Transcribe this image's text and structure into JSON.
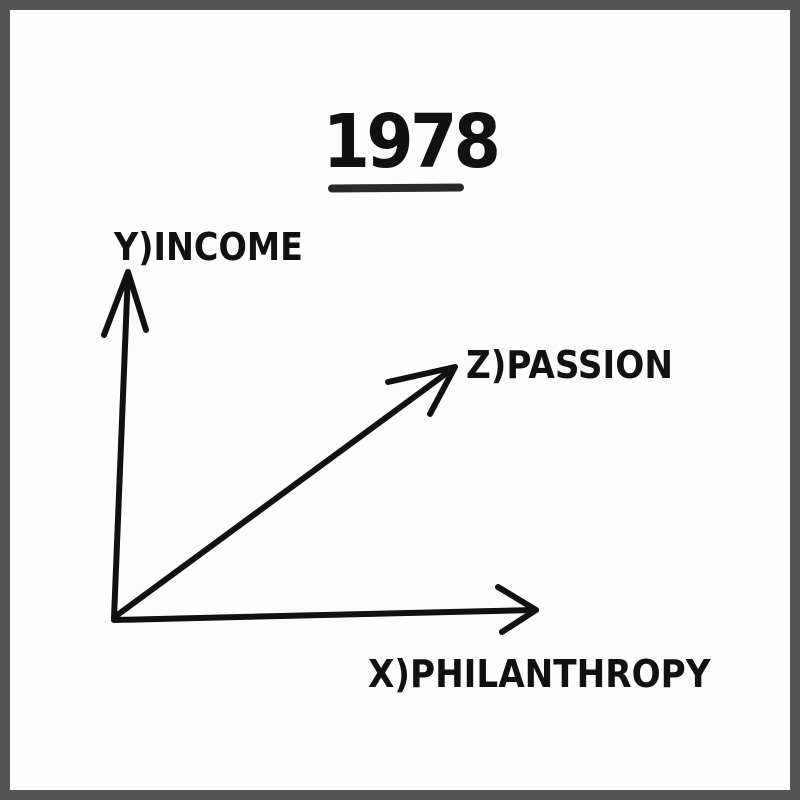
{
  "title": "1978",
  "axes": {
    "y_label": "Y)INCOME",
    "z_label": "Z)PASSION",
    "x_label": "X)PHILANTHROPY"
  }
}
